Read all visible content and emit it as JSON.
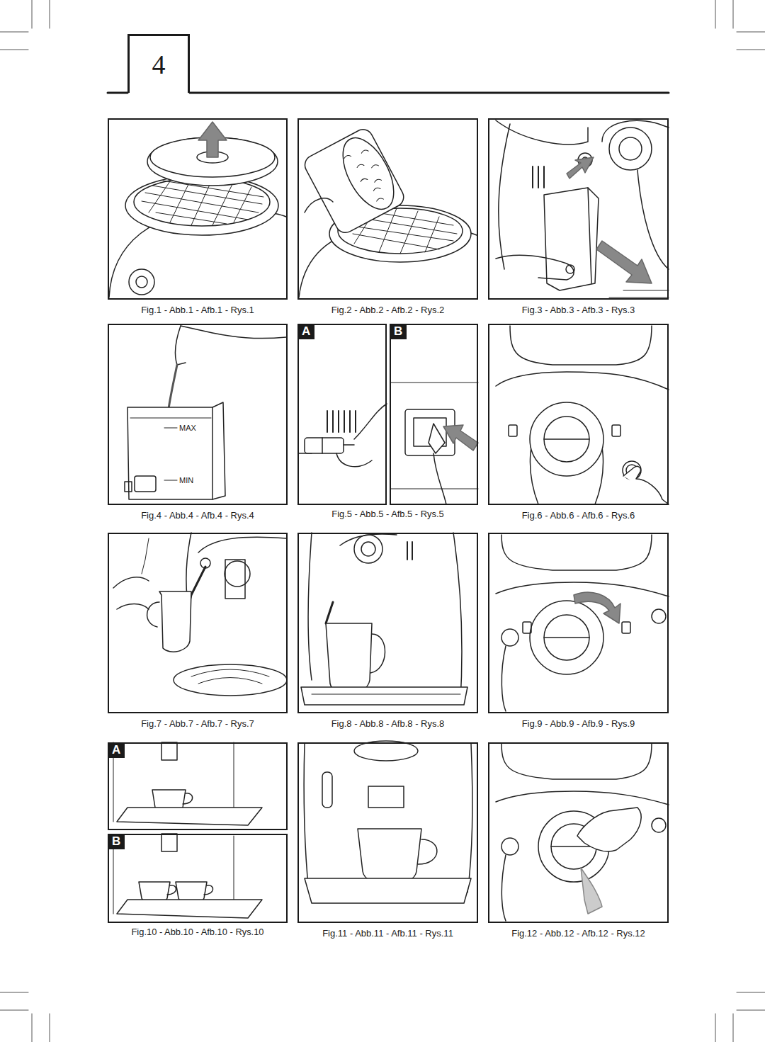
{
  "diagram": {
    "nodes": [
      {
        "text": [
          "4"
        ]
      },
      {
        "text": [
          "Fig.1 - Abb.1 - Afb.1 - Rys.1"
        ]
      },
      {
        "text": [
          "Fig.2 - Abb.2 - Afb.2 - Rys.2"
        ]
      },
      {
        "text": [
          "Fig.3 - Abb.3 - Afb.3 - Rys.3"
        ]
      },
      {
        "text": [
          "Fig.4 - Abb.4 - Afb.4 - Rys.4"
        ]
      },
      {
        "text": [
          "Fig.5 - Abb.5 - Afb.5 - Rys.5"
        ]
      },
      {
        "text": [
          "A"
        ],
        "in": 5
      },
      {
        "text": [
          "B"
        ],
        "in": 5
      },
      {
        "text": [
          "Fig.6 - Abb.6 - Afb.6 - Rys.6"
        ]
      },
      {
        "text": [
          "Fig.7 - Abb.7 - Afb.7 - Rys.7"
        ]
      },
      {
        "text": [
          "Fig.8 - Abb.8 - Afb.8 - Rys.8"
        ]
      },
      {
        "text": [
          "Fig.9 - Abb.9 - Afb.9 - Rys.9"
        ]
      },
      {
        "text": [
          "Fig.10 - Abb.10 - Afb.10 - Rys.10"
        ]
      },
      {
        "text": [
          "A"
        ],
        "in": 12
      },
      {
        "text": [
          "B"
        ],
        "in": 12
      },
      {
        "text": [
          "Fig.11 - Abb.11 - Afb.11 - Rys.11"
        ]
      },
      {
        "text": [
          "Fig.12 - Abb.12 - Afb.12 - Rys.12"
        ]
      }
    ],
    "labels": [
      "MAX",
      "MIN"
    ]
  }
}
